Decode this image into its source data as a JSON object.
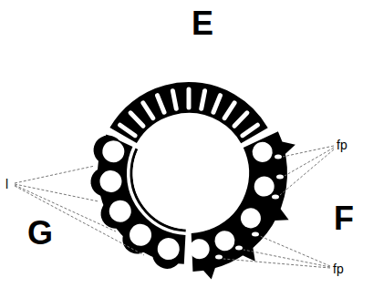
{
  "diagram": {
    "labels": [
      "E",
      "G",
      "F",
      "l",
      "fp",
      "fp"
    ]
  }
}
